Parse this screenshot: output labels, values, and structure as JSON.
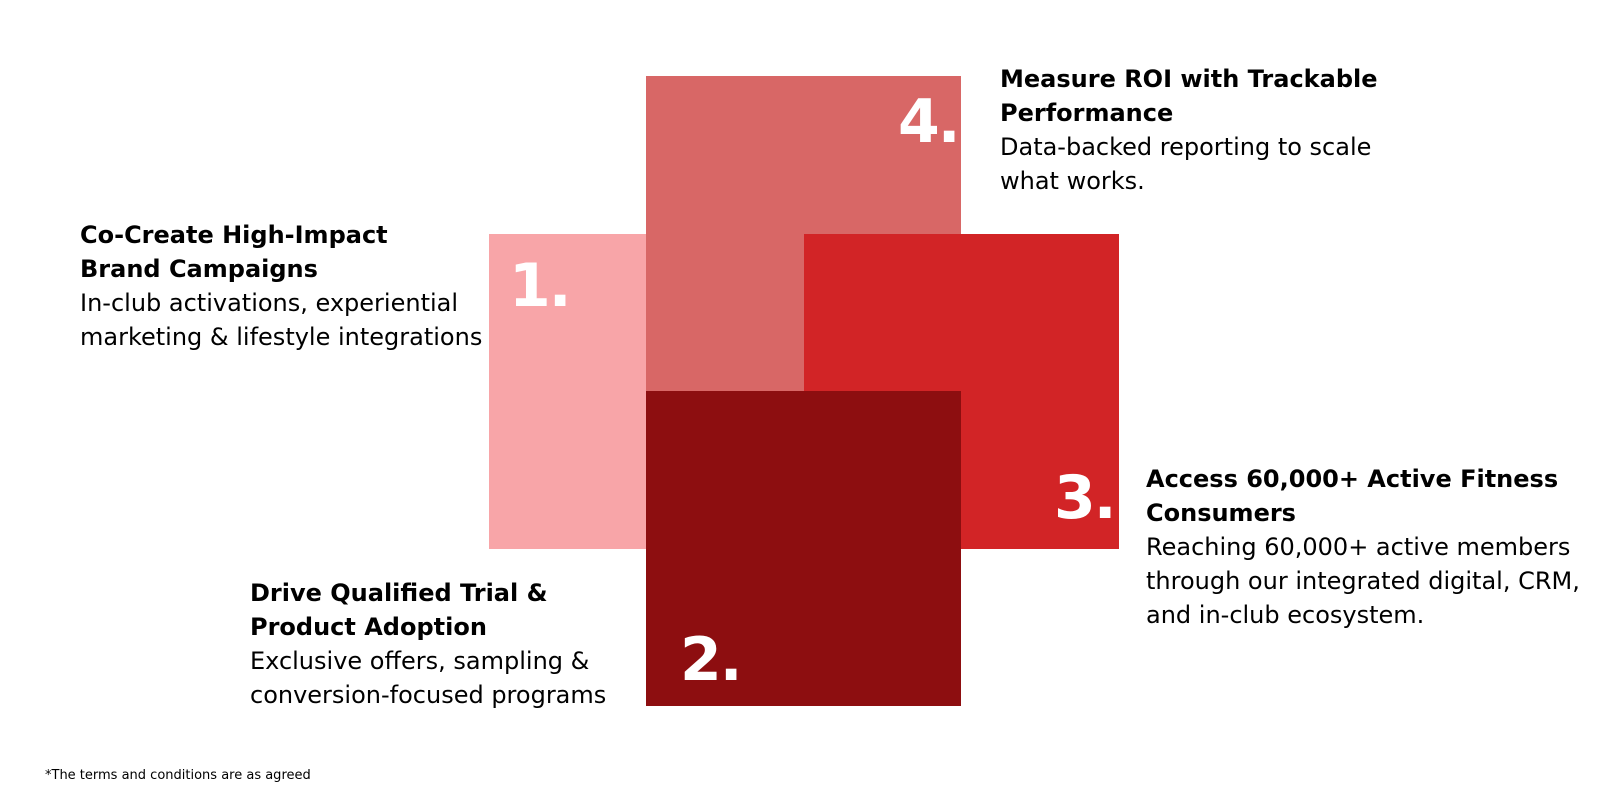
{
  "colors": {
    "box_1": "#f8a5a8",
    "box_2": "#8d0e10",
    "box_3": "#d22426",
    "box_4": "#d86766",
    "overlap_1_4": "#d86766",
    "overlap_2_1": "#8d0e10",
    "number_text": "#ffffff",
    "body_text": "#000000"
  },
  "items": [
    {
      "number": "1.",
      "title_line1": "Co-Create High-Impact",
      "title_line2": "Brand Campaigns",
      "desc_line1": "In-club activations, experiential",
      "desc_line2": "marketing & lifestyle integrations",
      "desc_line3": ""
    },
    {
      "number": "2.",
      "title_line1": "Drive Qualified Trial &",
      "title_line2": "Product Adoption",
      "desc_line1": "Exclusive offers, sampling &",
      "desc_line2": "conversion-focused programs",
      "desc_line3": ""
    },
    {
      "number": "3.",
      "title_line1": "Access 60,000+ Active Fitness",
      "title_line2": "Consumers",
      "desc_line1": "Reaching 60,000+ active members",
      "desc_line2": "through our integrated digital, CRM,",
      "desc_line3": "and in-club ecosystem."
    },
    {
      "number": "4.",
      "title_line1": "Measure ROI with Trackable",
      "title_line2": "Performance",
      "desc_line1": "Data-backed reporting to scale",
      "desc_line2": "what works.",
      "desc_line3": ""
    }
  ],
  "footnote": "*The terms and conditions are as agreed"
}
